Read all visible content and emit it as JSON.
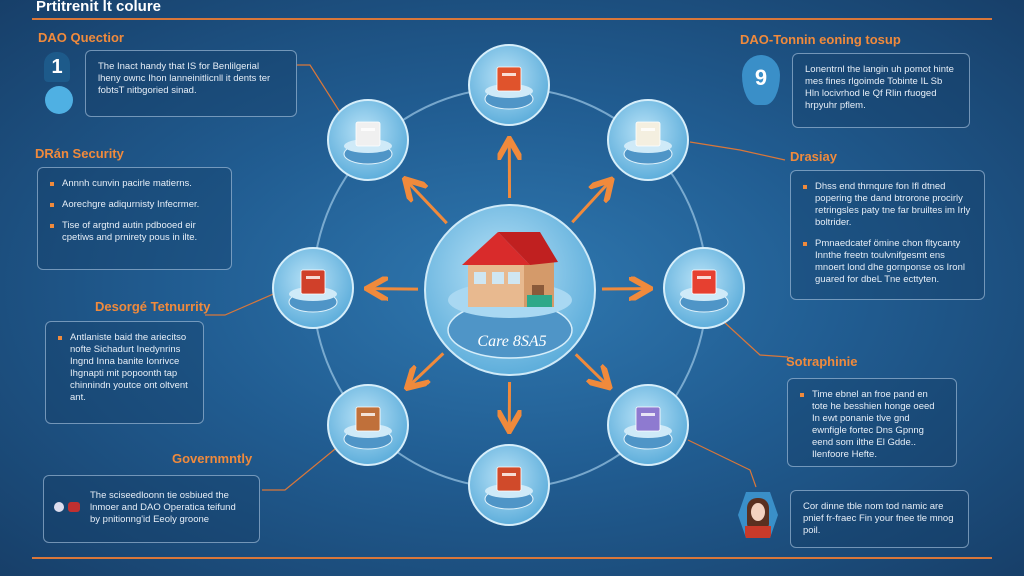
{
  "title": "Prtitrenit lt colure",
  "center": {
    "label": "Care 8SA5",
    "icon": "house-icon"
  },
  "nodes": [
    {
      "name": "top",
      "icon": "gift-box-icon"
    },
    {
      "name": "top-right",
      "icon": "open-book-icon"
    },
    {
      "name": "right",
      "icon": "hospital-icon"
    },
    {
      "name": "bottom-right",
      "icon": "documents-icon"
    },
    {
      "name": "bottom",
      "icon": "plant-basket-icon"
    },
    {
      "name": "bottom-left",
      "icon": "flower-pot-icon"
    },
    {
      "name": "left",
      "icon": "small-house-icon"
    },
    {
      "name": "top-left",
      "icon": "document-icon"
    }
  ],
  "left": {
    "q": {
      "heading": "DAO Quectior",
      "badge": "1",
      "text": "The Inact handy that IS for Benlilgerial lheny ownc Ihon lanneinitlicnll it dents ter fobtsT nitbgoried sinad."
    },
    "security": {
      "heading": "DRán Security",
      "bullets": [
        "Annnh cunvin pacirle matierns.",
        "Aorechgre adiqurnisty Infecrmer.",
        "Tise of argtnd autin pdbooed eir cpetiws and prnirety pous in ilte."
      ]
    },
    "desorge": {
      "heading": "Desorgé Tetnurrity",
      "bullets": [
        "Antlaniste baid the ariecitso nofte Sichadurt Inedynrins Ingnd Inna banite Ionrivce Ihgnapti mit popoonth tap chinnindn youtce ont oltvent ant."
      ]
    },
    "gov": {
      "heading": "Governmntly",
      "text": "The sciseedloonn tie osbiued the lnmoer and DAO Operatica teifund by pnitionng'id Eeoly groone"
    }
  },
  "right": {
    "dao": {
      "heading": "DAO-Tonnin eoning tosup",
      "badge": "9",
      "text": "Lonentrnl the langin uh pomot hinte mes fines rlgoimde Tobinte IL Sb Hln locivrhod le Qf Rlin rfuoged hrpyuhr pflem."
    },
    "display": {
      "heading": "Drasiay",
      "bullets": [
        "Dhss end thrnqure fon Ifl dtned popering the dand btrorone procirly retringsles paty tne far bruiltes im Irly boltrider.",
        "Pmnaedcatef ömine chon fltycanty Innthe freetn toulvnifgesmt ens mnoert lond dhe gornponse os Ironl guared for dbeL Tne ecttyten."
      ]
    },
    "sotra": {
      "heading": "Sotraphinie",
      "bullets": [
        "Time ebnel an froe pand en tote he besshien honge oeed In ewt ponanie tlve gnd ewnfigle fortec Dns Gpnng eend som ilthe El Gdde.. Ilenfoore Hefte."
      ]
    },
    "profile": {
      "text": "Cor dinne tble nom tod namic are pnief fr-fraec Fin your fnee tle mnog poil.",
      "avatar": "woman-avatar-icon"
    }
  },
  "colors": {
    "accent": "#f08a3c",
    "node": "#7cc3ea",
    "bg": "#215d92"
  }
}
